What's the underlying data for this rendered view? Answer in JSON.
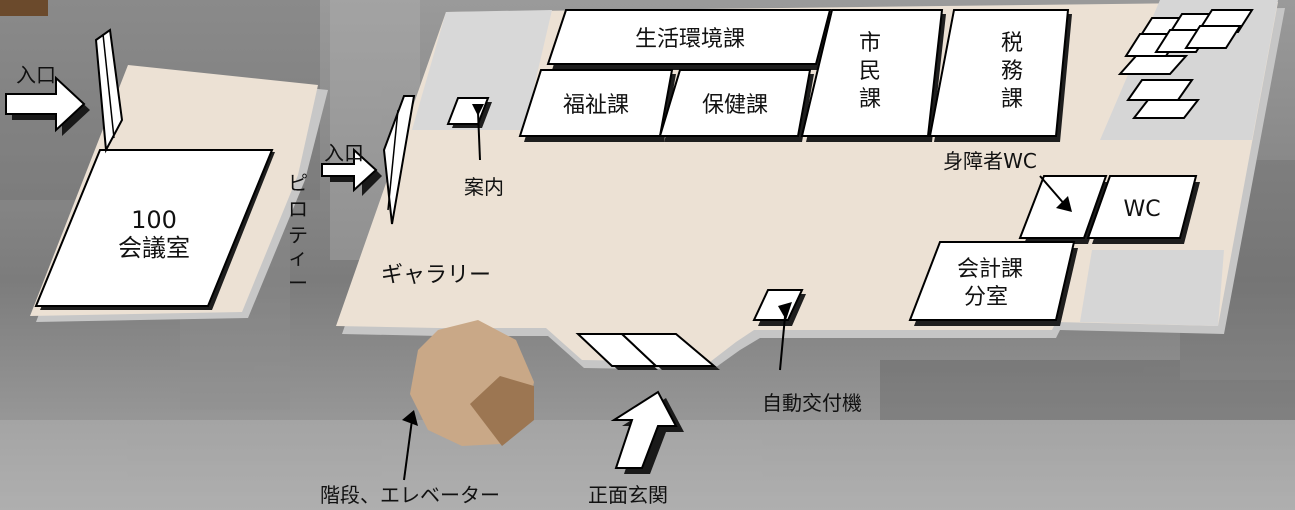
{
  "colors": {
    "floor": "#ece1d4",
    "floor_shadow": "#c9c9c9",
    "room": "#ffffff",
    "stair_light": "#c9a887",
    "stair_dark": "#9c7652",
    "corner_tab": "#6b4a2c"
  },
  "rooms": {
    "seikatsu": "生活環境課",
    "fukushi": "福祉課",
    "hoken": "保健課",
    "shimin": [
      "市",
      "民",
      "課"
    ],
    "zeimu": [
      "税",
      "務",
      "課"
    ],
    "kaigi_number": "100",
    "kaigi_name": "会議室",
    "wc": "WC",
    "kaikei": [
      "会計課",
      "分室"
    ]
  },
  "labels": {
    "entrance_left": "入口",
    "entrance_mid": "入口",
    "piloti": [
      "ピ",
      "ロ",
      "テ",
      "ィ",
      "ー"
    ],
    "annai": "案内",
    "gallery": "ギャラリー",
    "accessible_wc": "身障者WC",
    "kiosk": "自動交付機",
    "stairs": "階段、エレベーター",
    "main_entrance": "正面玄関"
  },
  "icons": {
    "entrance_arrow": "arrow-right-icon",
    "main_entrance_arrow": "arrow-up-icon",
    "stairs": "octagon-stair-icon"
  }
}
